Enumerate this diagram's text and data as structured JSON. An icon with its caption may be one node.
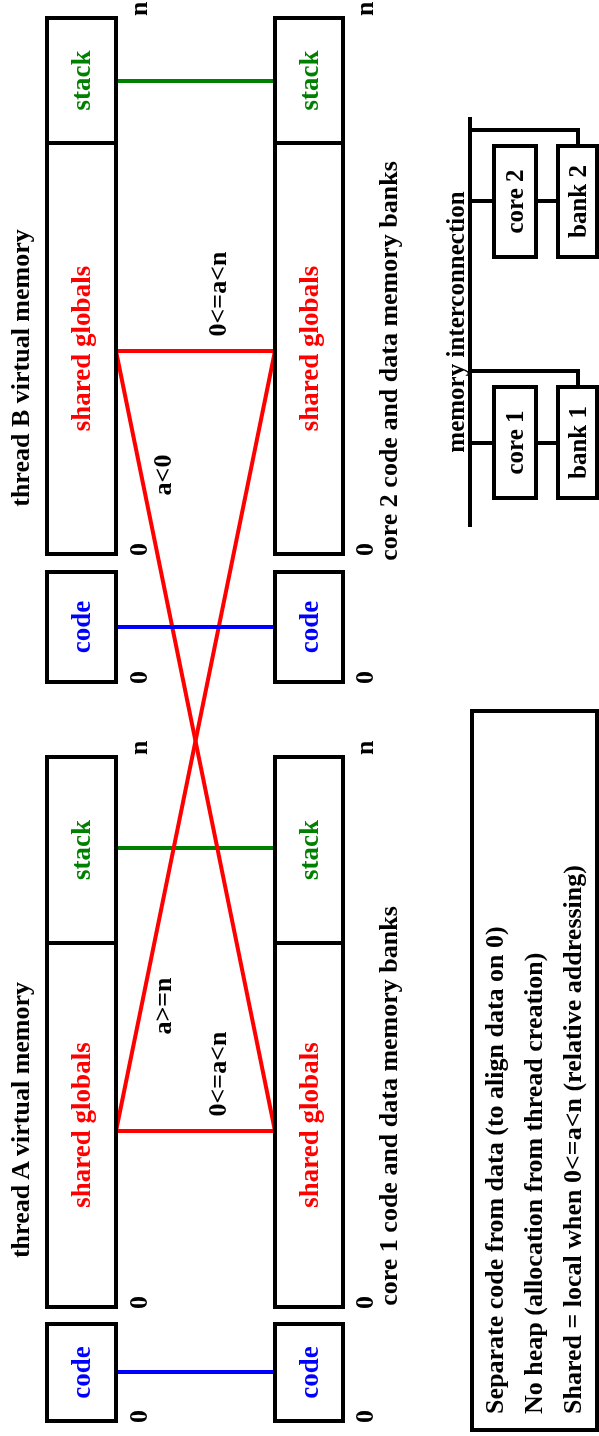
{
  "diagram": {
    "nodes": [
      {
        "text": [
          "code"
        ]
      },
      {
        "text": [
          "shared globals"
        ]
      },
      {
        "text": [
          "stack"
        ]
      },
      {
        "text": [
          "code"
        ]
      },
      {
        "text": [
          "shared globals"
        ]
      },
      {
        "text": [
          "stack"
        ]
      },
      {
        "text": [
          "code"
        ]
      },
      {
        "text": [
          "shared globals"
        ]
      },
      {
        "text": [
          "stack"
        ]
      },
      {
        "text": [
          "code"
        ]
      },
      {
        "text": [
          "shared globals"
        ]
      },
      {
        "text": [
          "stack"
        ]
      },
      {
        "text": [
          "core 1"
        ]
      },
      {
        "text": [
          "bank 1"
        ]
      },
      {
        "text": [
          "core 2"
        ]
      },
      {
        "text": [
          "bank 2"
        ]
      },
      {
        "text": [
          "memory interconnection"
        ]
      },
      {
        "text": [
          "Separate code from data (to align data on 0)",
          "No heap (allocation from thread creation)",
          "Shared = local when 0<=a<n (relative addressing)"
        ]
      }
    ],
    "edges": [
      {
        "from": 0,
        "to": 3,
        "arrow": "none",
        "color": "#0000ff"
      },
      {
        "from": 2,
        "to": 5,
        "arrow": "none",
        "color": "#008000"
      },
      {
        "from": 1,
        "to": 4,
        "arrow": "none",
        "label": "0<=a<n",
        "color": "#ff0000"
      },
      {
        "from": 1,
        "to": 10,
        "arrow": "none",
        "label": "a>=n",
        "color": "#ff0000"
      },
      {
        "from": 7,
        "to": 4,
        "arrow": "none",
        "label": "a<0",
        "color": "#ff0000"
      },
      {
        "from": 7,
        "to": 10,
        "arrow": "none",
        "label": "0<=a<n",
        "color": "#ff0000"
      },
      {
        "from": 6,
        "to": 9,
        "arrow": "none",
        "color": "#0000ff"
      },
      {
        "from": 8,
        "to": 11,
        "arrow": "none",
        "color": "#008000"
      },
      {
        "from": 16,
        "to": 12,
        "arrow": "none"
      },
      {
        "from": 12,
        "to": 13,
        "arrow": "none"
      },
      {
        "from": 16,
        "to": 14,
        "arrow": "none"
      },
      {
        "from": 14,
        "to": 15,
        "arrow": "none"
      },
      {
        "from": 16,
        "to": 13,
        "arrow": "none"
      },
      {
        "from": 16,
        "to": 15,
        "arrow": "none"
      }
    ],
    "labels": [
      "thread A virtual memory",
      "thread B virtual memory",
      "0",
      "0",
      "n",
      "0",
      "0",
      "n",
      "0",
      "0",
      "n",
      "0",
      "0",
      "n",
      "core 1 code and data memory banks",
      "core 2 code and data memory banks"
    ]
  }
}
